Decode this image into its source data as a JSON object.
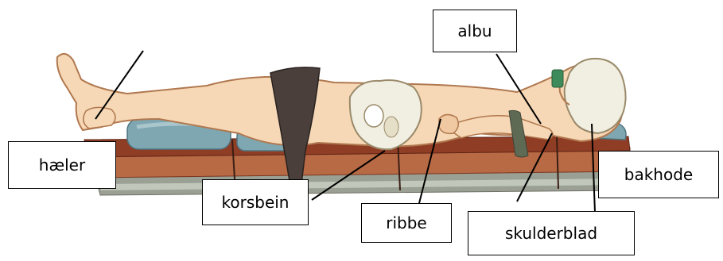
{
  "labels": {
    "albu": "albu",
    "haeler": "hæler",
    "bakhode": "bakhode",
    "korsbein": "korsbein",
    "ribbe": "ribbe",
    "skulderblad": "skulderblad"
  },
  "colors": {
    "skin": "#f6d8b6",
    "skin_outline": "#b0784f",
    "pad_top": "#8f3d25",
    "pad_mid": "#b86a45",
    "pad_grey": "#9aa093",
    "pad_grey_light": "#c2c7bc",
    "cushion": "#7ea7b2",
    "cushion_light": "#a9c6cc",
    "bone": "#f1efe2",
    "sling": "#4a3f3a",
    "strap": "#5f6a55"
  }
}
